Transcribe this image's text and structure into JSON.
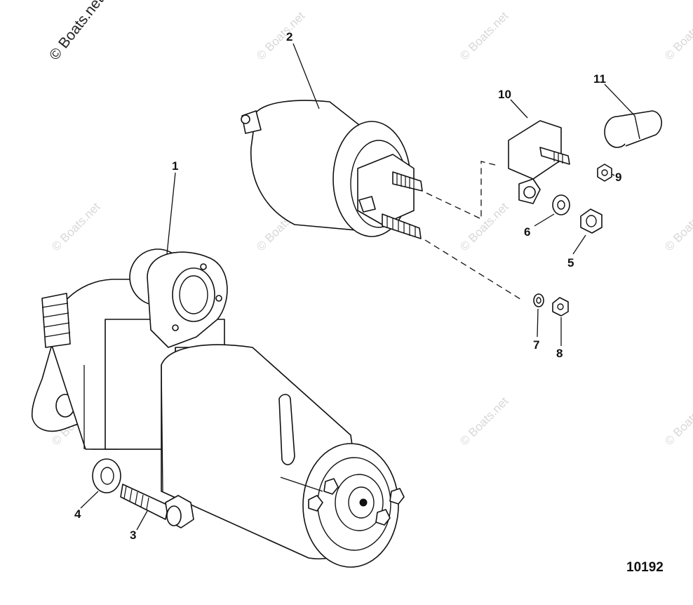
{
  "watermark": {
    "main_text": "© Boats.net",
    "tile_text": "© Boats.net"
  },
  "figure_number": "10192",
  "callouts": [
    {
      "id": "1",
      "label": "1"
    },
    {
      "id": "2",
      "label": "2"
    },
    {
      "id": "3",
      "label": "3"
    },
    {
      "id": "4",
      "label": "4"
    },
    {
      "id": "5",
      "label": "5"
    },
    {
      "id": "6",
      "label": "6"
    },
    {
      "id": "7",
      "label": "7"
    },
    {
      "id": "8",
      "label": "8"
    },
    {
      "id": "9",
      "label": "9"
    },
    {
      "id": "10",
      "label": "10"
    },
    {
      "id": "11",
      "label": "11"
    }
  ],
  "colors": {
    "line": "#111111",
    "background": "#ffffff",
    "watermark": "#d8d8d8"
  }
}
